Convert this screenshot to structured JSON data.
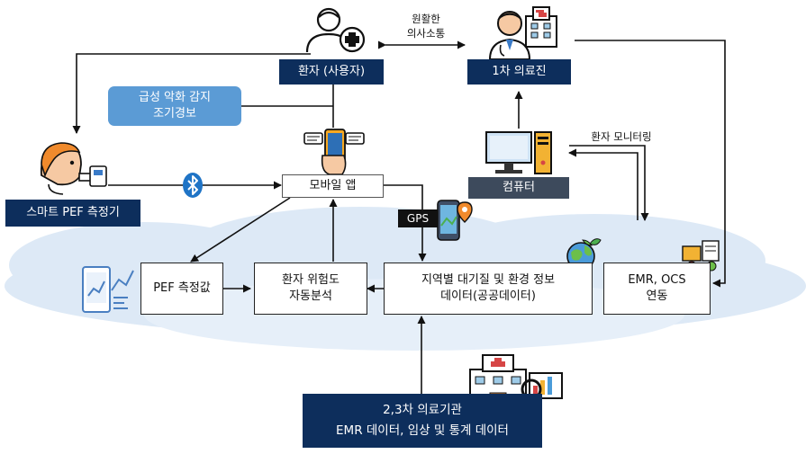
{
  "nodes": {
    "patient": "환자 (사용자)",
    "doctor": "1차 의료진",
    "alert": [
      "급성 악화 감지",
      "조기경보"
    ],
    "smart_pef": "스마트 PEF 측정기",
    "mobile_app": "모바일 앱",
    "computer": "컴퓨터",
    "pef_value": "PEF 측정값",
    "risk_analysis": [
      "환자 위험도",
      "자동분석"
    ],
    "regional_data": [
      "지역별 대기질 및 환경 정보",
      "데이터(공공데이터)"
    ],
    "emr_ocs": [
      "EMR, OCS",
      "연동"
    ],
    "hospital": [
      "2,3차 의료기관",
      "EMR 데이터, 임상 및 통계 데이터"
    ]
  },
  "labels": {
    "communication": [
      "원활한",
      "의사소통"
    ],
    "monitoring": "환자 모니터링",
    "gps": "GPS"
  },
  "colors": {
    "navy": "#0d2e5c",
    "alert_blue": "#5b9bd5",
    "cloud": "#dde9f6",
    "bluetooth": "#1f74c6"
  }
}
